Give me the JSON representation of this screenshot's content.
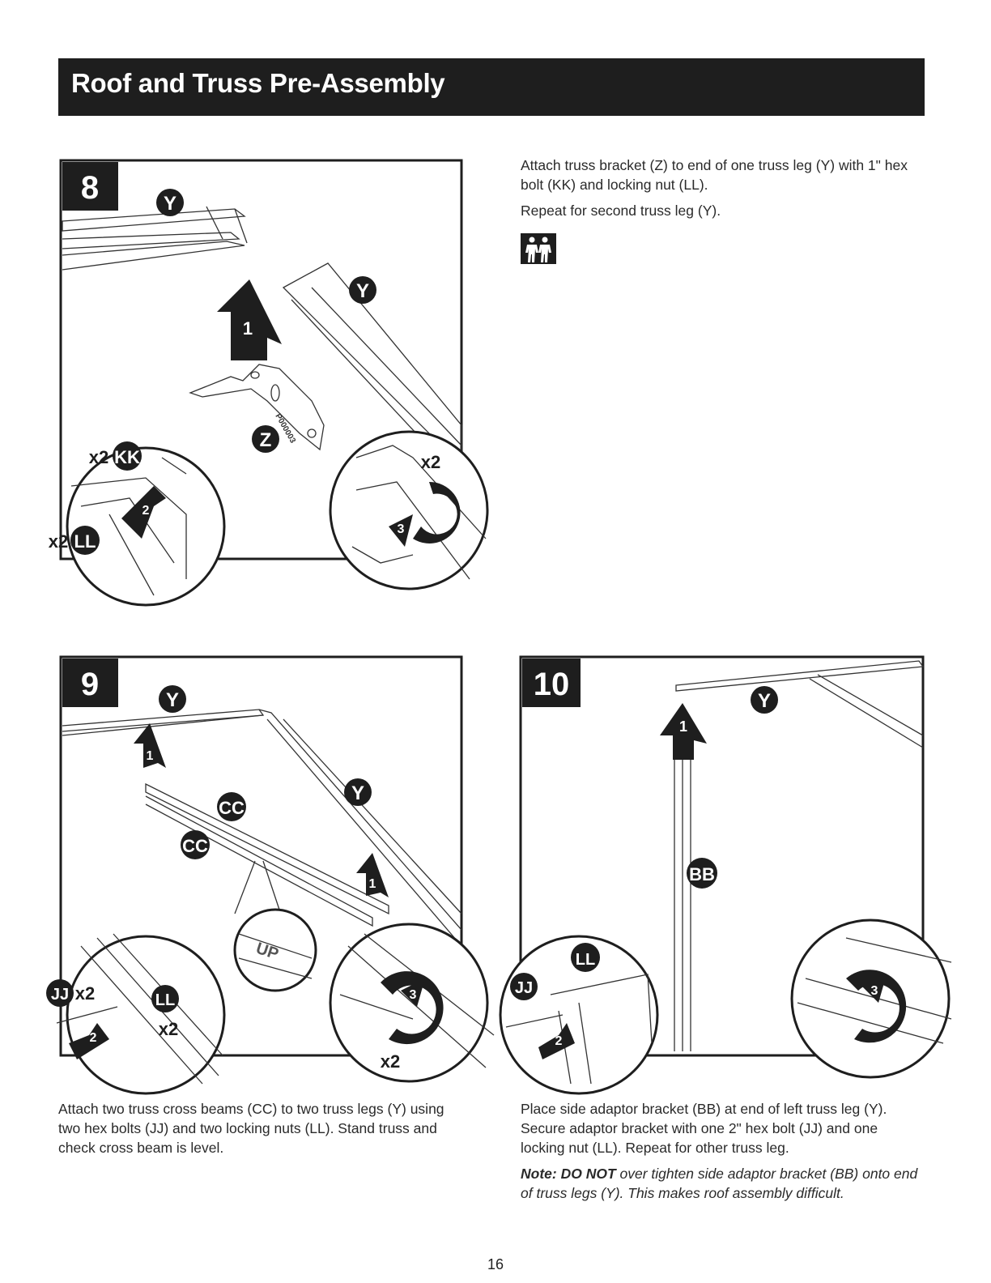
{
  "header": {
    "title": "Roof and Truss Pre-Assembly"
  },
  "steps": [
    {
      "number": "8",
      "labels": {
        "y": "Y",
        "z": "Z",
        "kk": "KK",
        "ll": "LL",
        "qty_kk": "x2",
        "qty_ll": "x2",
        "qty_wrench": "x2",
        "part_code": "P000003"
      },
      "arrows": {
        "a1": "1",
        "a2": "2",
        "a3": "3"
      },
      "text": [
        "Attach truss bracket (Z) to end of one truss leg (Y) with 1\" hex bolt (KK) and locking nut (LL).",
        "Repeat for second truss leg (Y)."
      ],
      "icon": "two-person-icon"
    },
    {
      "number": "9",
      "labels": {
        "y": "Y",
        "cc": "CC",
        "jj": "JJ",
        "ll": "LL",
        "qty_jj": "x2",
        "qty_ll": "x2",
        "qty_wrench": "x2",
        "up_label": "UP"
      },
      "arrows": {
        "a1": "1",
        "a2": "2",
        "a3": "3"
      },
      "text": [
        "Attach two truss cross beams (CC) to two truss legs (Y) using two hex bolts (JJ) and two locking nuts (LL). Stand truss and check cross beam is level."
      ]
    },
    {
      "number": "10",
      "labels": {
        "y": "Y",
        "bb": "BB",
        "jj": "JJ",
        "ll": "LL"
      },
      "arrows": {
        "a1": "1",
        "a2": "2",
        "a3": "3"
      },
      "text": [
        "Place side adaptor bracket (BB) at end of left truss leg (Y). Secure adaptor bracket with one 2\" hex bolt (JJ) and one locking nut (LL). Repeat for other truss leg."
      ],
      "note": {
        "prefix": "Note: DO NOT",
        "body": " over tighten side adaptor bracket (BB) onto end of truss legs (Y). This makes roof assembly difficult."
      }
    }
  ],
  "footer": {
    "page_number": "16"
  }
}
